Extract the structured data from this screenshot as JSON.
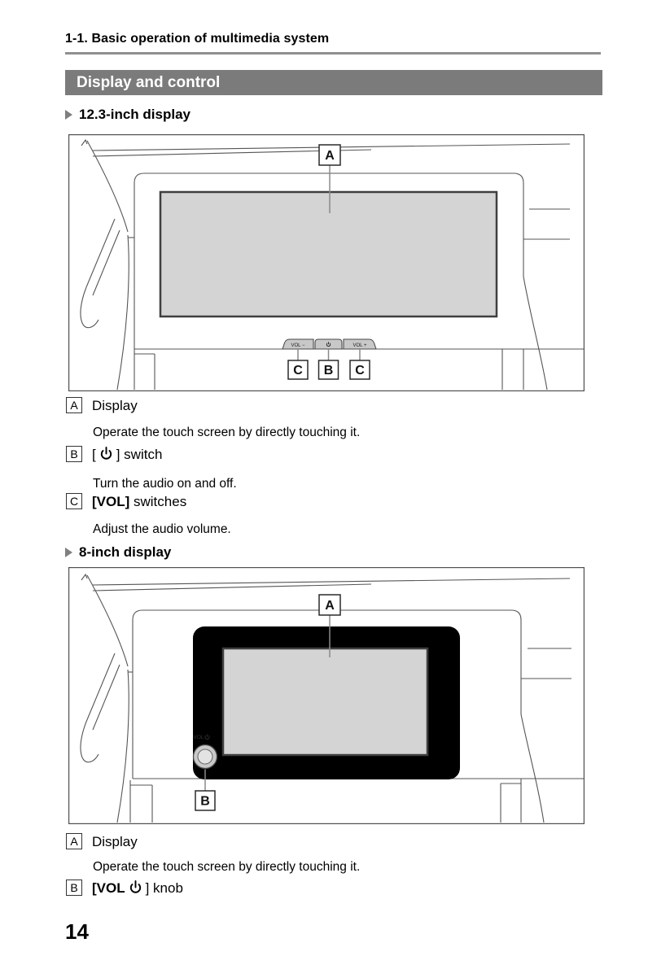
{
  "page": {
    "breadcrumb": "1-1. Basic operation of multimedia system",
    "banner": "Display and control",
    "page_number": "14"
  },
  "sections": [
    {
      "heading": "12.3-inch display",
      "diagram": {
        "callouts": {
          "a": "A",
          "b": "B",
          "c_left": "C",
          "c_right": "C"
        },
        "buttons": {
          "vol_minus": "VOL −",
          "vol_plus": "VOL +",
          "power": "power-icon"
        },
        "screen_color": "#d4d4d4"
      },
      "legend": [
        {
          "label": "A",
          "title": "Display",
          "desc": "Operate the touch screen by directly touching it."
        },
        {
          "label": "B",
          "pre": "[",
          "icon": "power-icon",
          "post": "] switch",
          "desc": "Turn the audio on and off."
        },
        {
          "label": "C",
          "bold": "[VOL]",
          "post": " switches",
          "desc": "Adjust the audio volume."
        }
      ]
    },
    {
      "heading": "8-inch display",
      "diagram": {
        "callouts": {
          "a": "A",
          "b": "B"
        },
        "knob_label": "VOL",
        "knob_icon": "power-icon",
        "screen_color": "#d4d4d4"
      },
      "legend": [
        {
          "label": "A",
          "title": "Display",
          "desc": "Operate the touch screen by directly touching it."
        },
        {
          "label": "B",
          "bold": "[VOL",
          "icon": "power-icon",
          "post": "] knob"
        }
      ]
    }
  ]
}
